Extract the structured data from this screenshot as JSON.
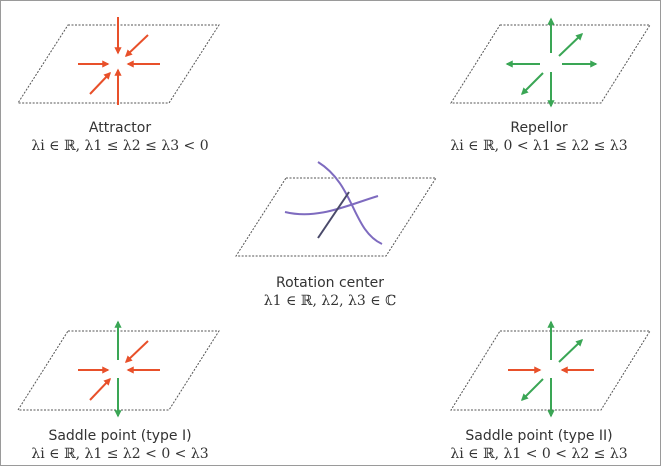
{
  "panels": {
    "attractor": {
      "name": "Attractor",
      "condition": "λi ∈ ℝ, λ1 ≤ λ2 ≤ λ3 < 0"
    },
    "repellor": {
      "name": "Repellor",
      "condition": "λi ∈ ℝ, 0 < λ1 ≤ λ2 ≤ λ3"
    },
    "rotation_center": {
      "name": "Rotation center",
      "condition": "λ1 ∈ ℝ, λ2, λ3 ∈ ℂ"
    },
    "saddle_type1": {
      "name": "Saddle point (type I)",
      "condition": "λi ∈ ℝ, λ1 ≤ λ2 < 0 < λ3"
    },
    "saddle_type2": {
      "name": "Saddle point (type II)",
      "condition": "λi ∈ ℝ, λ1 < 0 < λ2 ≤ λ3"
    }
  },
  "colors": {
    "inward_arrow": "#e8502a",
    "outward_arrow": "#3aa655",
    "rotation_curve": "#7e6bbf",
    "plane_outline": "#555555",
    "caption_text": "#333333"
  }
}
